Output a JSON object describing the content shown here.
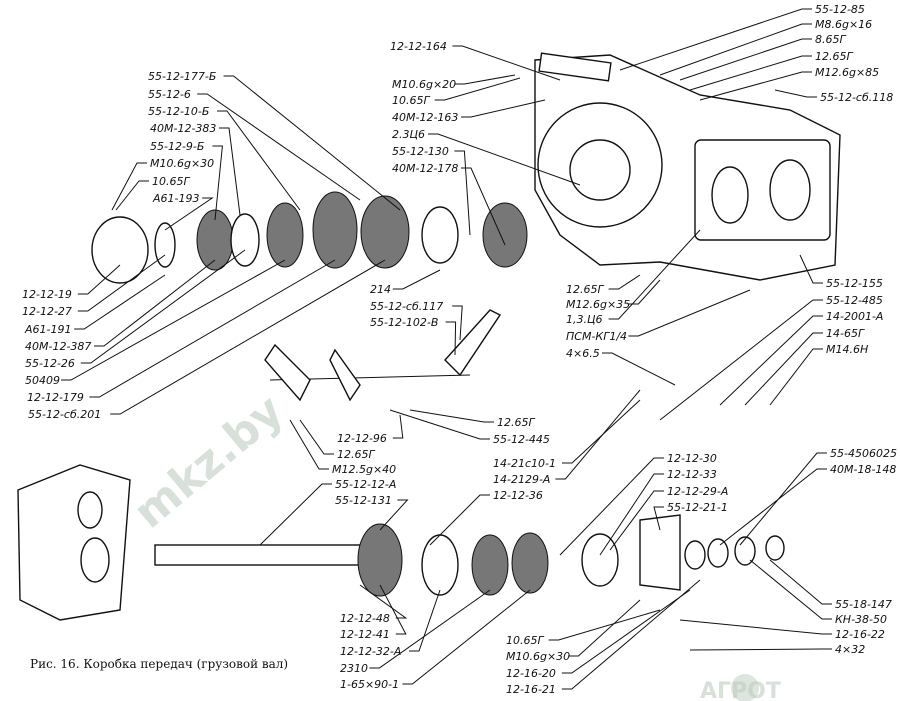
{
  "figure": {
    "caption": "Рис. 16. Коробка передач (грузовой вал)",
    "watermark_text": "mkz.by",
    "logo_text": "АГРОТ"
  },
  "labels": [
    "55-12-177-Б",
    "55-12-6",
    "55-12-10-Б",
    "40М-12-383",
    "55-12-9-Б",
    "М10.6g×30",
    "10.65Г",
    "А61-193",
    "12-12-19",
    "12-12-27",
    "А61-191",
    "40М-12-387",
    "55-12-26",
    "50409",
    "12-12-179",
    "55-12-сб.201",
    "12-12-164",
    "М10.6g×20",
    "10.65Г",
    "40М-12-163",
    "2.3Ц6",
    "55-12-130",
    "40М-12-178",
    "55-12-85",
    "М8.6g×16",
    "8.65Г",
    "12.65Г",
    "М12.6g×85",
    "55-12-сб.118",
    "214",
    "55-12-сб.117",
    "55-12-102-В",
    "12.65Г",
    "М12.6g×35",
    "1,3.Ц6",
    "ПСМ-КГ1/4",
    "4×6.5",
    "55-12-155",
    "55-12-485",
    "14-2001-А",
    "14-65Г",
    "М14.6Н",
    "12-12-96",
    "12.65Г",
    "М12.5g×40",
    "55-12-12-А",
    "55-12-131",
    "12.65Г",
    "55-12-445",
    "14-21с10-1",
    "14-2129-А",
    "12-12-36",
    "12-12-30",
    "12-12-33",
    "12-12-29-А",
    "55-12-21-1",
    "55-4506025",
    "40М-18-148",
    "12-12-48",
    "12-12-41",
    "12-12-32-А",
    "2310",
    "1-65×90-1",
    "10.65Г",
    "М10.6g×30",
    "12-16-20",
    "12-16-21",
    "55-18-147",
    "КН-38-50",
    "12-16-22",
    "4×32"
  ]
}
